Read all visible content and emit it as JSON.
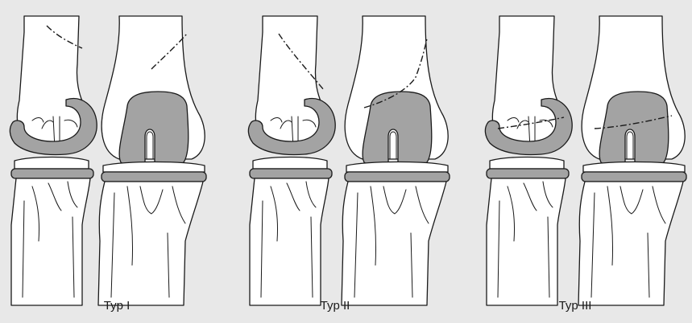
{
  "colors": {
    "background": "#e8e8e8",
    "implant": "#a3a3a3",
    "stroke": "#1a1a1a"
  },
  "panels": [
    {
      "label": "Typ I"
    },
    {
      "label": "Typ II"
    },
    {
      "label": "Typ III"
    }
  ]
}
